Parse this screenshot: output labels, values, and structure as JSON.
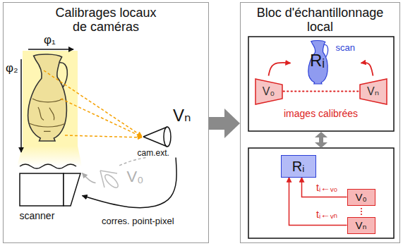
{
  "diagram": {
    "nodes": [
      {
        "text": [
          "Calibrages locaux de caméras"
        ]
      },
      {
        "text": [
          "scanner"
        ],
        "in": 0
      },
      {
        "text": [
          "Vₙ",
          "cam.ext."
        ],
        "in": 0
      },
      {
        "text": [
          "V₀"
        ],
        "in": 0
      },
      {
        "text": [
          "Bloc d'échantillonnage local"
        ]
      },
      {
        "text": [
          "Rᵢ",
          "scan"
        ],
        "in": 4
      },
      {
        "text": [
          "V₀"
        ],
        "in": 4
      },
      {
        "text": [
          "Vₙ"
        ],
        "in": 4
      },
      {
        "text": [
          "Rᵢ"
        ],
        "in": 4
      },
      {
        "text": [
          "V₀"
        ],
        "in": 4
      },
      {
        "text": [
          "Vₙ"
        ],
        "in": 4
      }
    ],
    "edges": [
      {
        "from": 2,
        "to": 1,
        "arrow": "to",
        "label": "corres. point-pixel"
      },
      {
        "from": 2,
        "to": 3,
        "arrow": "none"
      },
      {
        "from": 3,
        "to": 1,
        "arrow": "to"
      },
      {
        "from": 0,
        "to": 4,
        "arrow": "to"
      },
      {
        "from": 6,
        "to": 5,
        "arrow": "to"
      },
      {
        "from": 7,
        "to": 5,
        "arrow": "to"
      },
      {
        "from": 6,
        "to": 7,
        "arrow": "none",
        "label": "images calibrées"
      },
      {
        "from": 9,
        "to": 8,
        "arrow": "to",
        "label": "tᵢ←ᵥ₀"
      },
      {
        "from": 10,
        "to": 8,
        "arrow": "to",
        "label": "tᵢ←ᵥₙ"
      }
    ],
    "labels": [
      "φ₁",
      "φ₂"
    ]
  }
}
